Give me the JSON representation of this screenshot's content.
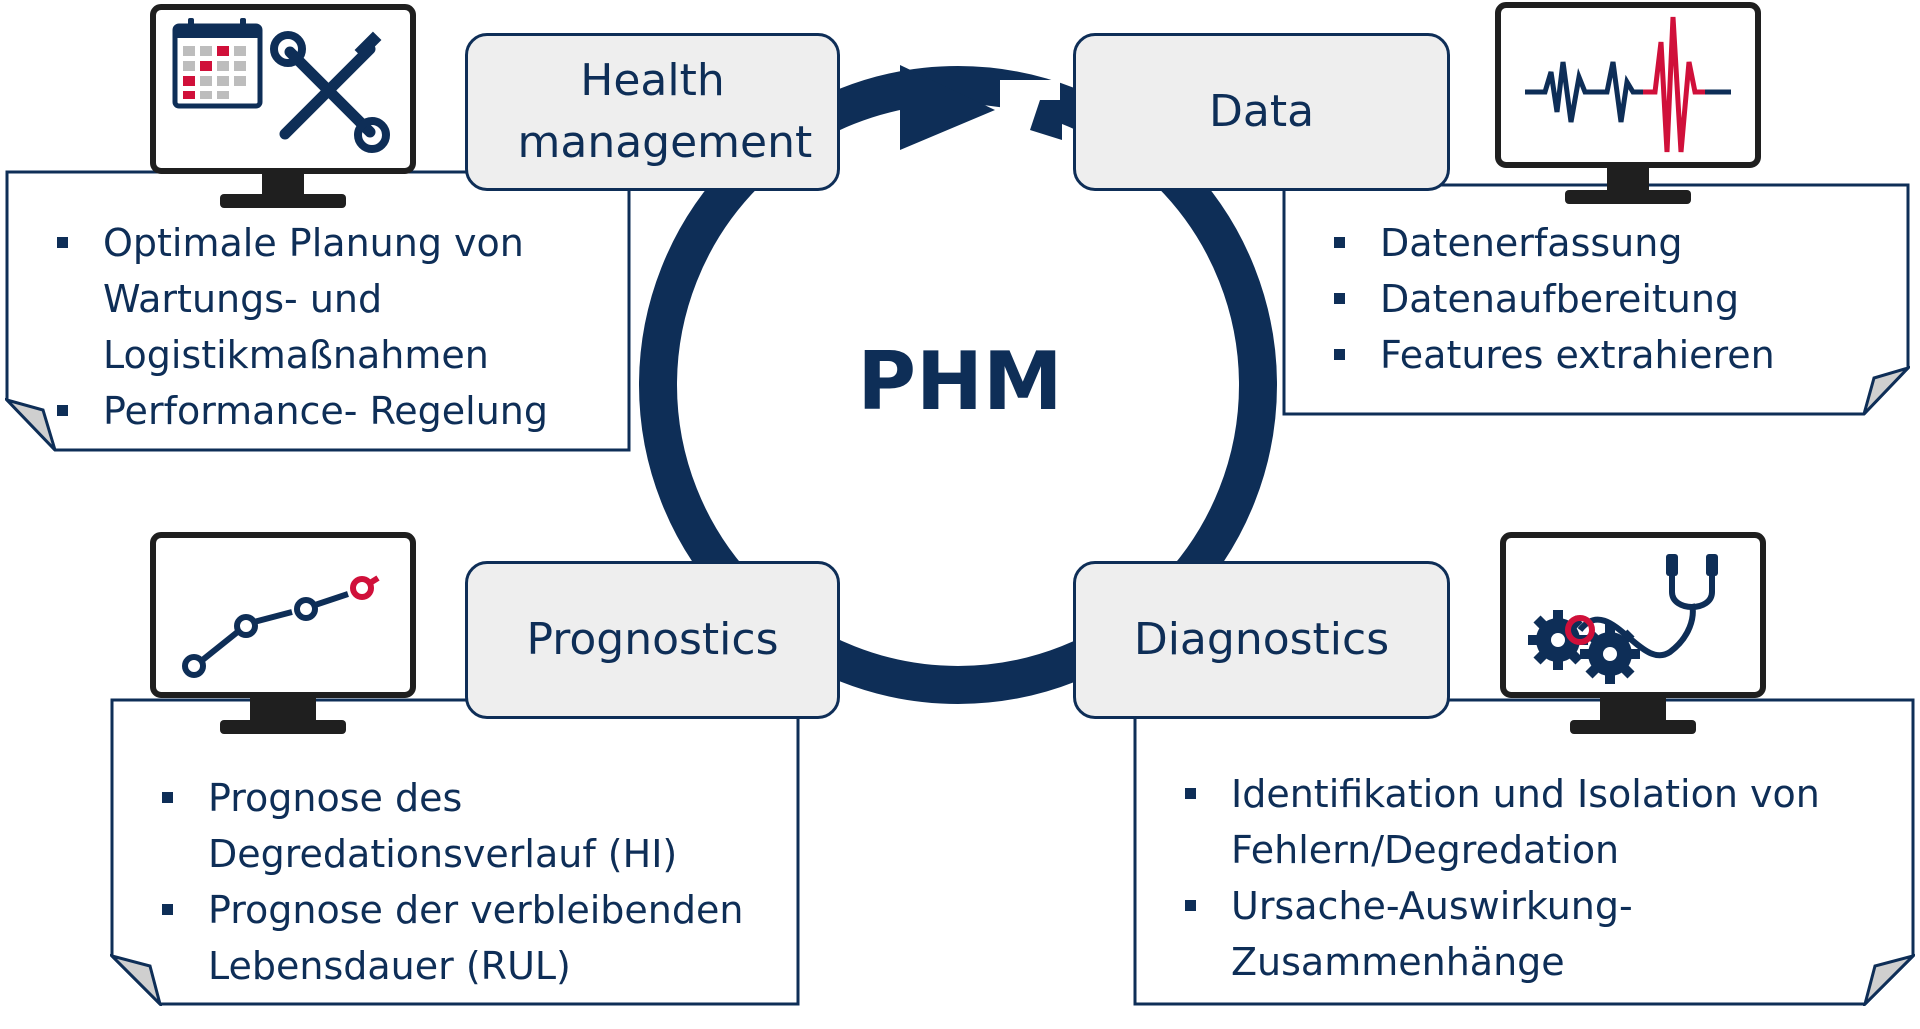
{
  "center": {
    "label": "PHM"
  },
  "stages": {
    "health": {
      "label": "Health management"
    },
    "data": {
      "label": "Data"
    },
    "prognostics": {
      "label": "Prognostics"
    },
    "diagnostics": {
      "label": "Diagnostics"
    }
  },
  "notes": {
    "health": [
      "Optimale Planung von Wartungs- und Logistikmaßnahmen",
      "Performance- Regelung"
    ],
    "data": [
      "Datenerfassung",
      "Datenaufbereitung",
      "Features extrahieren"
    ],
    "prognostics": [
      "Prognose des Degredationsverlauf (HI)",
      "Prognose der verbleibenden Lebensdauer (RUL)"
    ],
    "diagnostics": [
      "Identifikation und Isolation von Fehlern/Degredation",
      "Ursache-Auswirkung-Zusammenhänge"
    ]
  },
  "icons": {
    "health": "calendar-and-tools-icon",
    "data": "signal-waveform-icon",
    "prognostics": "trend-line-icon",
    "diagnostics": "gears-stethoscope-icon"
  },
  "colors": {
    "primary": "#0e2e57",
    "accent": "#d0103a",
    "box_fill": "#eeeeee"
  }
}
